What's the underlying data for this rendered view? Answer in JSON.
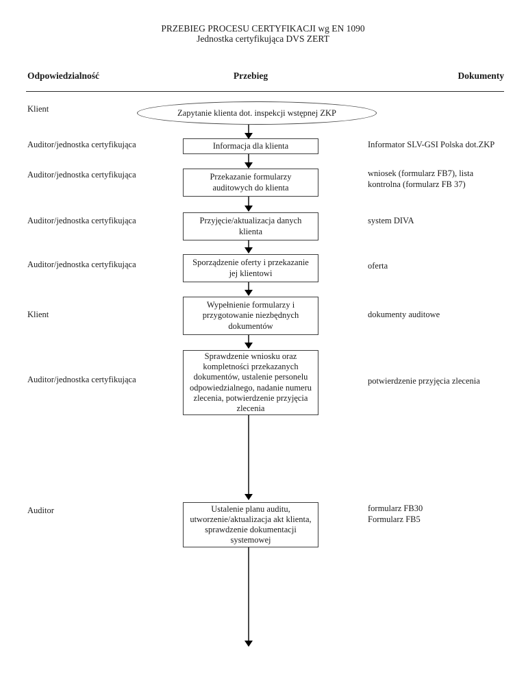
{
  "document": {
    "title_line1": "PRZEBIEG PROCESU CERTYFIKACJI wg EN 1090",
    "title_line2": "Jednostka certyfikująca DVS ZERT",
    "ink_color": "#1a1a1a",
    "background_color": "#ffffff"
  },
  "columns": {
    "responsibility": "Odpowiedzialność",
    "process": "Przebieg",
    "documents": "Dokumenty"
  },
  "flow": {
    "start": {
      "shape": "ellipse",
      "responsibility": "Klient",
      "text": "Zapytanie klienta dot. inspekcji wstępnej ZKP",
      "documents": ""
    },
    "steps": [
      {
        "shape": "rect",
        "responsibility": "Auditor/jednostka certyfikująca",
        "text": "Informacja dla klienta",
        "documents": "Informator SLV-GSI Polska dot.ZKP"
      },
      {
        "shape": "rect",
        "responsibility": "Auditor/jednostka certyfikująca",
        "text": "Przekazanie formularzy auditowych do klienta",
        "documents": "wniosek (formularz FB7), lista\nkontrolna (formularz FB 37)"
      },
      {
        "shape": "rect",
        "responsibility": "Auditor/jednostka certyfikująca",
        "text": "Przyjęcie/aktualizacja danych klienta",
        "documents": "system DIVA"
      },
      {
        "shape": "rect",
        "responsibility": "Auditor/jednostka certyfikująca",
        "text": "Sporządzenie oferty i przekazanie jej klientowi",
        "documents": "oferta"
      },
      {
        "shape": "rect",
        "responsibility": "Klient",
        "text": "Wypełnienie formularzy i przygotowanie niezbędnych dokumentów",
        "documents": "dokumenty auditowe"
      },
      {
        "shape": "rect",
        "responsibility": "Auditor/jednostka certyfikująca",
        "text": "Sprawdzenie wniosku oraz kompletności przekazanych dokumentów, ustalenie personelu odpowiedzialnego, nadanie numeru zlecenia, potwierdzenie przyjęcia zlecenia",
        "documents": "potwierdzenie przyjęcia zlecenia"
      },
      {
        "shape": "rect",
        "responsibility": "Auditor",
        "text": "Ustalenie planu auditu, utworzenie/aktualizacja akt klienta, sprawdzenie dokumentacji systemowej",
        "documents": "formularz FB30\nFormularz FB5"
      }
    ]
  }
}
